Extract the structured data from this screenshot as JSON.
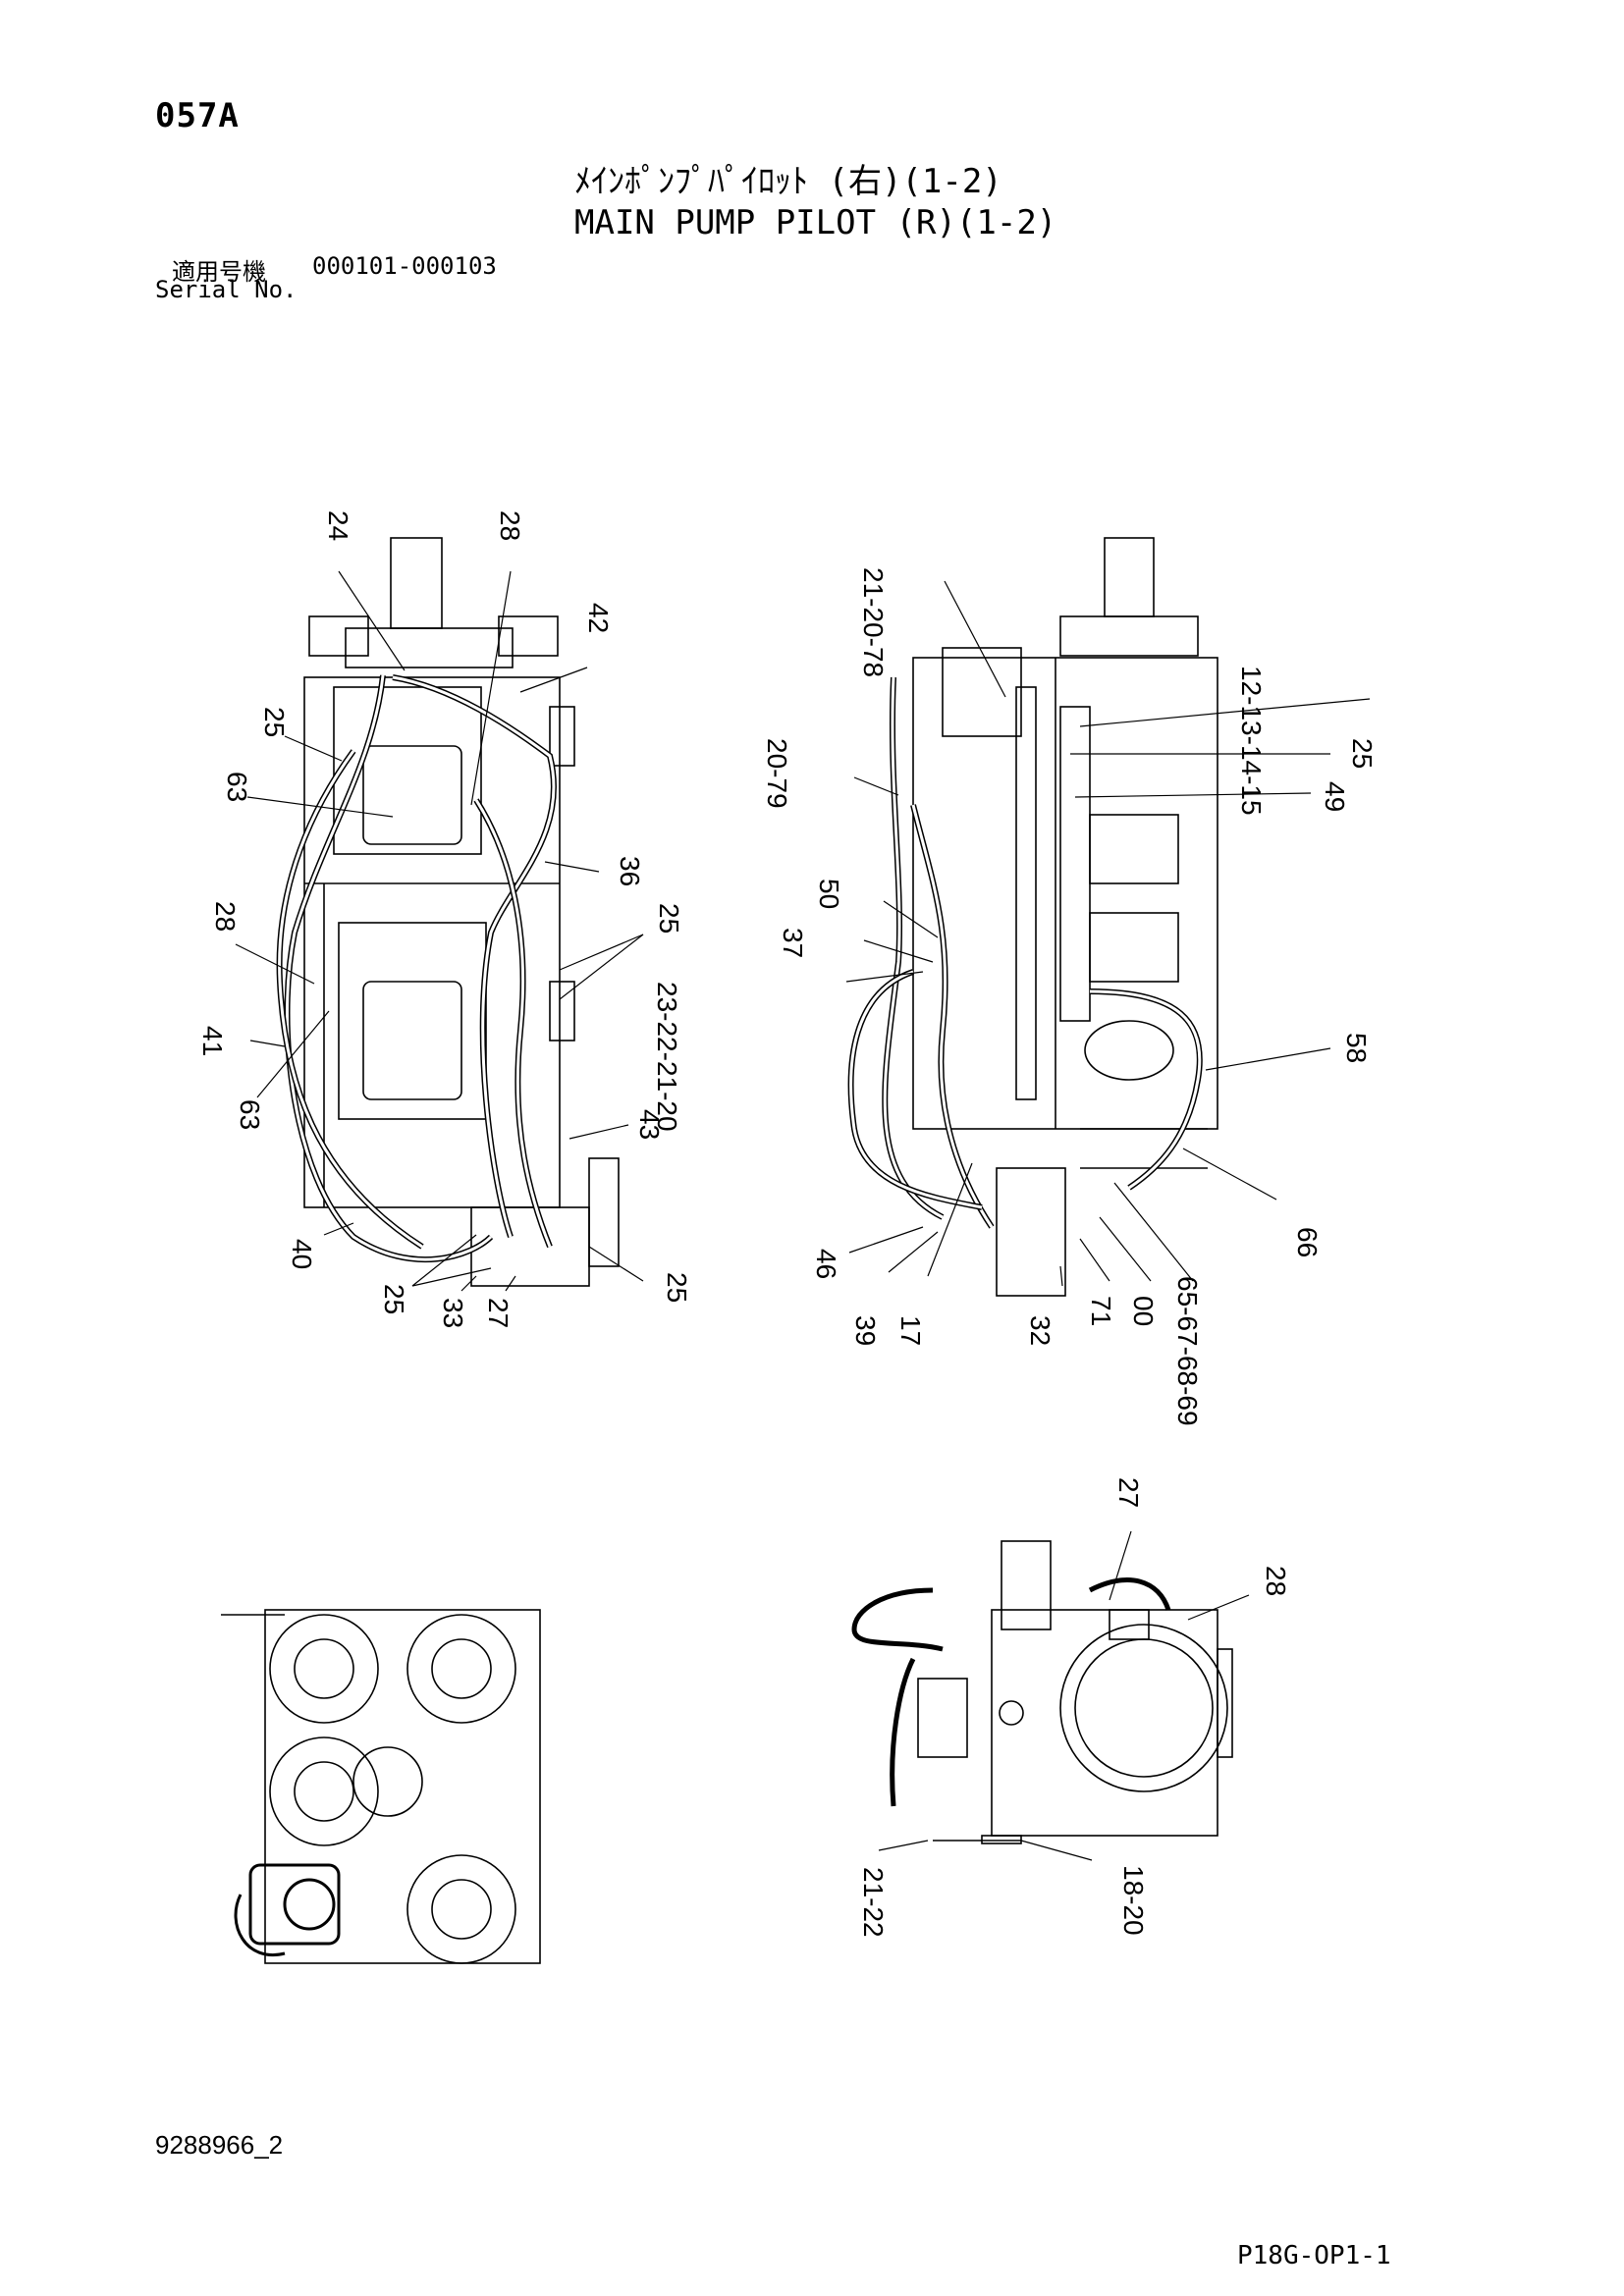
{
  "header": {
    "page_code": "057A",
    "title_jp": "ﾒｲﾝﾎﾟﾝﾌﾟﾊﾟｲﾛｯﾄ (右)(1-2)",
    "title_en": "MAIN PUMP PILOT (R)(1-2)",
    "serial_label_jp": "適用号機",
    "serial_label_en": "Serial No.",
    "serial_value": "000101-000103"
  },
  "footer": {
    "doc_number": "9288966_2",
    "page_ref": "P18G-OP1-1"
  },
  "callouts": {
    "v1": [
      "24",
      "28",
      "42",
      "25",
      "63",
      "36",
      "28",
      "25",
      "41",
      "63",
      "43",
      "40",
      "25",
      "33",
      "27",
      "25"
    ],
    "v2": [
      "21-20-78",
      "12-13-14-15",
      "20-79",
      "25",
      "49",
      "50",
      "37",
      "23-22-21-20",
      "58",
      "66",
      "46",
      "39",
      "17",
      "32",
      "71",
      "00",
      "65-67-68-69"
    ],
    "v4": [
      "27",
      "28",
      "21-22",
      "18-20"
    ]
  }
}
